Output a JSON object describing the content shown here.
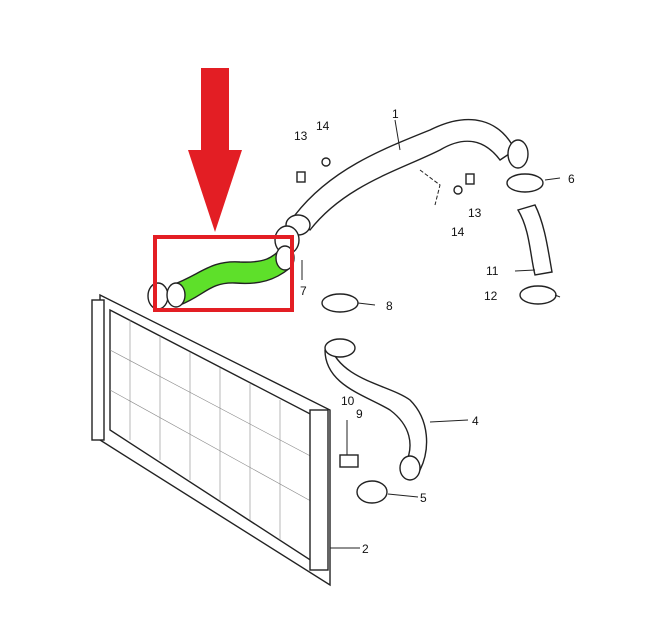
{
  "diagram": {
    "highlight_color": "#e31e24",
    "hose_color": "#5ee02a",
    "labels": {
      "p1": "1",
      "p2": "2",
      "p4": "4",
      "p5": "5",
      "p6": "6",
      "p7": "7",
      "p8": "8",
      "p9": "9",
      "p10": "10",
      "p11": "11",
      "p12": "12",
      "p13a": "13",
      "p13b": "13",
      "p14a": "14",
      "p14b": "14"
    }
  }
}
